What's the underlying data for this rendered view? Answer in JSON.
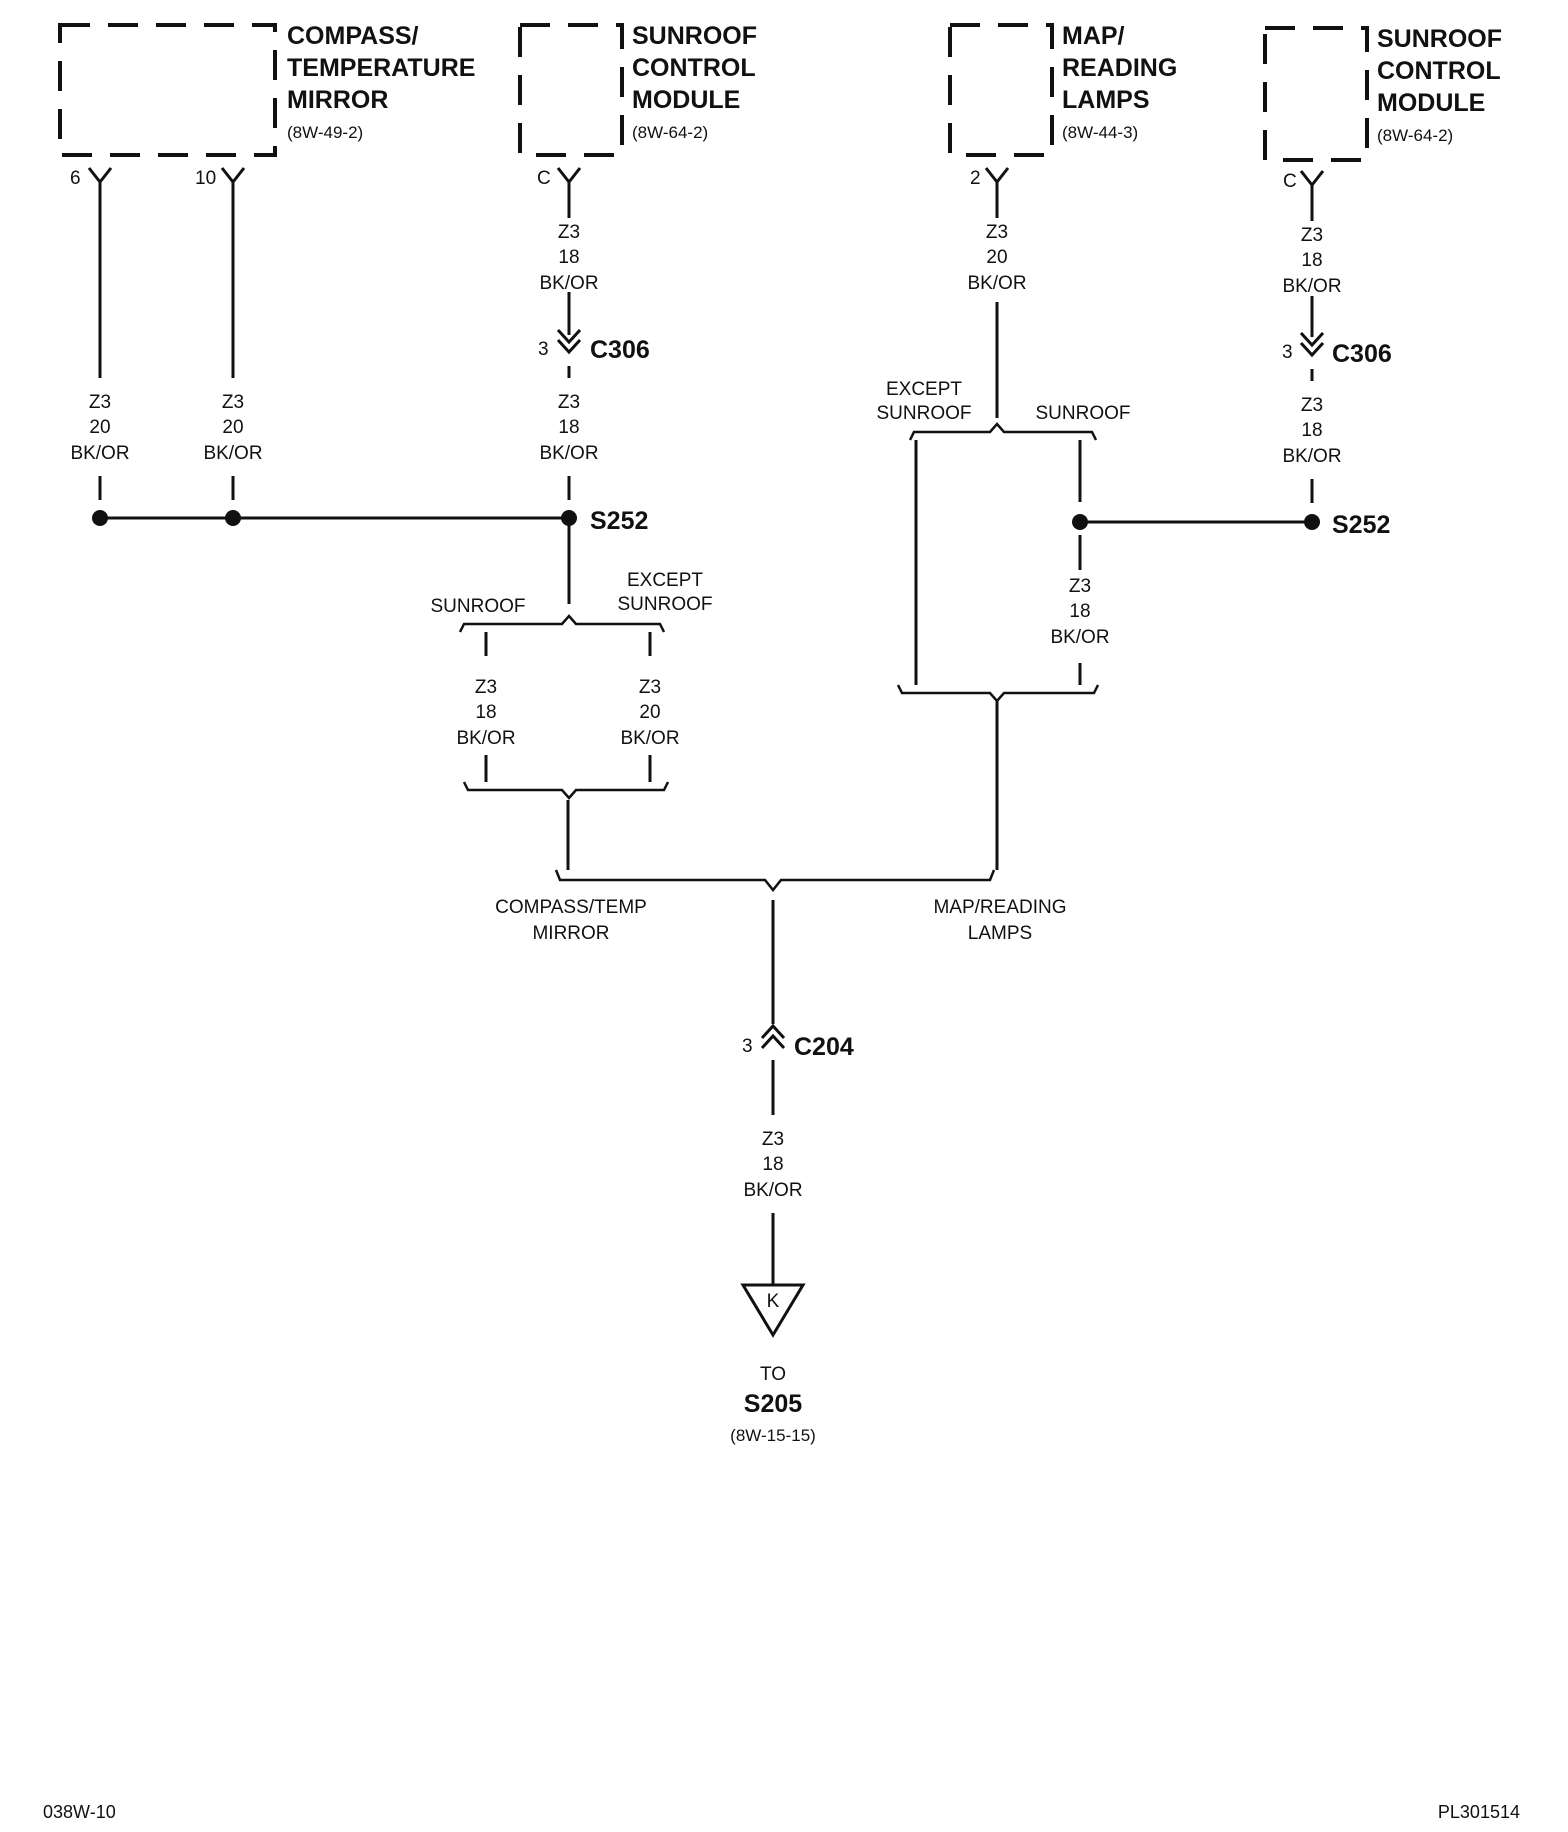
{
  "components": [
    {
      "name_lines": [
        "COMPASS/",
        "TEMPERATURE",
        "MIRROR"
      ],
      "ref": "(8W-49-2)",
      "pins": [
        "6",
        "10"
      ]
    },
    {
      "name_lines": [
        "SUNROOF",
        "CONTROL",
        "MODULE"
      ],
      "ref": "(8W-64-2)",
      "pins": [
        "C"
      ]
    },
    {
      "name_lines": [
        "MAP/",
        "READING",
        "LAMPS"
      ],
      "ref": "(8W-44-3)",
      "pins": [
        "2"
      ]
    },
    {
      "name_lines": [
        "SUNROOF",
        "CONTROL",
        "MODULE"
      ],
      "ref": "(8W-64-2)",
      "pins": [
        "C"
      ]
    }
  ],
  "wire_labels": {
    "w1": [
      "Z3",
      "20",
      "BK/OR"
    ],
    "w2": [
      "Z3",
      "20",
      "BK/OR"
    ],
    "w3": [
      "Z3",
      "18",
      "BK/OR"
    ],
    "w4": [
      "Z3",
      "18",
      "BK/OR"
    ],
    "w5": [
      "Z3",
      "20",
      "BK/OR"
    ],
    "w6": [
      "Z3",
      "18",
      "BK/OR"
    ],
    "w7": [
      "Z3",
      "18",
      "BK/OR"
    ],
    "w8": [
      "Z3",
      "18",
      "BK/OR"
    ],
    "w9": [
      "Z3",
      "18",
      "BK/OR"
    ],
    "w10": [
      "Z3",
      "20",
      "BK/OR"
    ],
    "w11": [
      "Z3",
      "18",
      "BK/OR"
    ]
  },
  "connectors": {
    "c306_left": {
      "pin": "3",
      "name": "C306"
    },
    "c306_right": {
      "pin": "3",
      "name": "C306"
    },
    "c204": {
      "pin": "3",
      "name": "C204"
    }
  },
  "splices": {
    "left": "S252",
    "right": "S252"
  },
  "options": {
    "sunroof": "SUNROOF",
    "except_sunroof": [
      "EXCEPT",
      "SUNROOF"
    ],
    "except_sunroof_right": [
      "EXCEPT",
      "SUNROOF"
    ],
    "sunroof_right": "SUNROOF",
    "compass_temp_mirror": [
      "COMPASS/TEMP",
      "MIRROR"
    ],
    "map_reading_lamps": [
      "MAP/READING",
      "LAMPS"
    ]
  },
  "ground": {
    "symbol": "K",
    "to": "TO",
    "splice": "S205",
    "ref": "(8W-15-15)"
  },
  "footer": {
    "left": "038W-10",
    "right": "PL301514"
  }
}
